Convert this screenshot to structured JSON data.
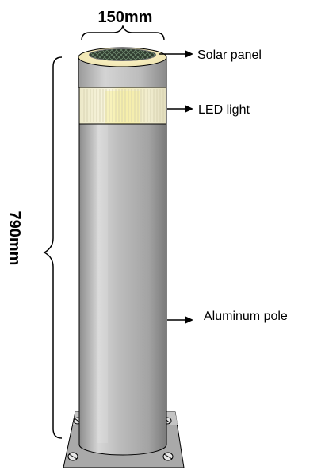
{
  "diagram": {
    "dimensions": {
      "diameter": "150mm",
      "height": "790mm"
    },
    "callouts": {
      "solar_panel": "Solar panel",
      "led_light": "LED light",
      "aluminum_pole": "Aluminum pole"
    }
  },
  "colors": {
    "pole_metal": "#b4b4b4",
    "led_glow": "#f3f0cf",
    "cap_glow": "#fff6c8",
    "panel": "#2f3b2f",
    "base_plate": "#aaaaaa"
  },
  "icons": [
    "solar-panel-icon",
    "bolt-icon"
  ]
}
